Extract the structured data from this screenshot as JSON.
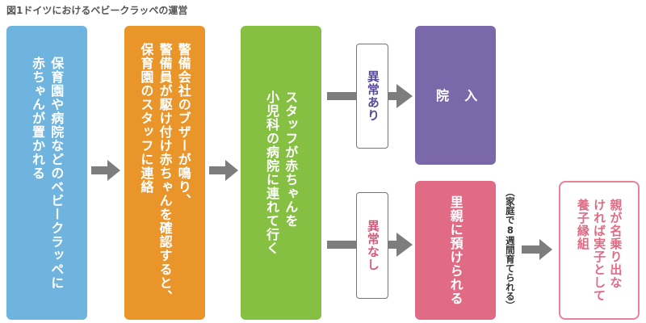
{
  "title": "図1ドイツにおけるベビークラッペの運営",
  "steps": {
    "step1": "保育園や病院などのベビークラッペに\n赤ちゃんが置かれる",
    "step2": "警備会社のブザーが鳴り、\n警備員が駆け付け赤ちゃんを確認すると、\n保育園のスタッフに連絡",
    "step3": "スタッフが赤ちゃんを\n小児科の病院に連れて行く",
    "abnormal_label": "異常あり",
    "hospital": "入\n院",
    "normal_label": "異常なし",
    "foster": "里親に預けられる",
    "foster_note": "（家庭で8週間育てられる）",
    "adoption": "親が名乗り出な\nければ実子として\n養子縁組"
  },
  "colors": {
    "step1": "#6fb4df",
    "step2": "#e9952a",
    "step3": "#85c043",
    "hospital": "#7b68ab",
    "foster": "#e16b85",
    "arrow": "#7d7d7d"
  },
  "icons": [
    "right-arrow-icon"
  ]
}
